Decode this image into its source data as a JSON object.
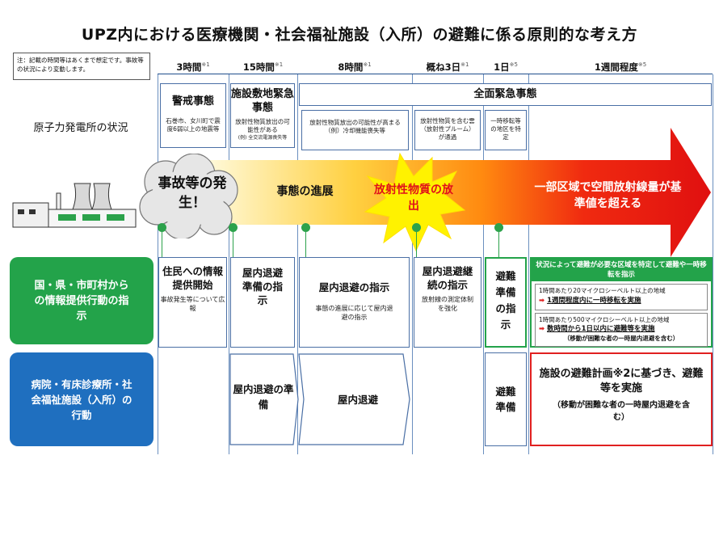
{
  "title": "UPZ内における医療機関・社会福祉施設（入所）の避難に係る原則的な考え方",
  "note": "注：記載の時間等はあくまで想定です。事故等の状況により変動します。",
  "phases": [
    {
      "label": "3時間",
      "sup": "※1"
    },
    {
      "label": "15時間",
      "sup": "※1"
    },
    {
      "label": "8時間",
      "sup": "※1"
    },
    {
      "label": "概ね3日",
      "sup": "※1"
    },
    {
      "label": "1日",
      "sup": "※5"
    },
    {
      "label": "1週間程度",
      "sup": "※5"
    }
  ],
  "plant_status_label": "原子力発電所の状況",
  "emergency": {
    "alert": {
      "title": "警戒事態",
      "desc": "石巻市、女川町で震度6弱以上の地震等"
    },
    "site_area": {
      "title": "施設敷地緊急事態",
      "desc": "放射性物質放出の可能性がある",
      "example": "(例) 全交流電源喪失等"
    },
    "general": {
      "title": "全面緊急事態"
    },
    "general_desc1": "放射性物質放出の可能性が高まる（例）冷却機能喪失等",
    "general_desc2": "放射性物質を含む雲（放射性プルーム）が通過",
    "general_desc3": "一時移転等の地区を特定"
  },
  "arrow": {
    "start": "事故等の発生！",
    "progress": "事態の進展",
    "release": "放射性物質の放出",
    "exceed": "一部区域で空間放射線量が基準値を超える"
  },
  "colors": {
    "green": "#23a34a",
    "blue": "#1f6fbf",
    "red": "#e02020",
    "yellow": "#fff200"
  },
  "gov_label": "国・県・市町村からの情報提供行動の指示",
  "gov": [
    {
      "title": "住民への情報提供開始",
      "desc": "事故発生等について広報"
    },
    {
      "title": "屋内退避準備の指示",
      "desc": ""
    },
    {
      "title": "屋内退避の指示",
      "desc": "事態の進展に応じて屋内退避の指示"
    },
    {
      "title": "屋内退避継続の指示",
      "desc": "放射線の測定体制を強化"
    },
    {
      "title": "避難準備の指示",
      "desc": ""
    }
  ],
  "gov_last": {
    "header": "状況によって避難が必要な区域を特定して避難や一時移転を指示",
    "c1": "1時間あたり20マイクロシーベルト以上の地域",
    "a1": "1週間程度内に一時移転を実施",
    "c2": "1時間あたり500マイクロシーベルト以上の地域",
    "a2": "数時間から1日以内に避難等を実施",
    "a2_note": "（移動が困難な者の一時屋内退避を含む）"
  },
  "hosp_label": "病院・有床診療所・社会福祉施設（入所）の行動",
  "hosp": [
    {
      "title": "屋内退避の準備"
    },
    {
      "title": "屋内退避"
    },
    {
      "title": "避難準備"
    }
  ],
  "hosp_last": {
    "title": "施設の避難計画※2に基づき、避難等を実施",
    "note": "（移動が困難な者の一時屋内退避を含む）"
  }
}
